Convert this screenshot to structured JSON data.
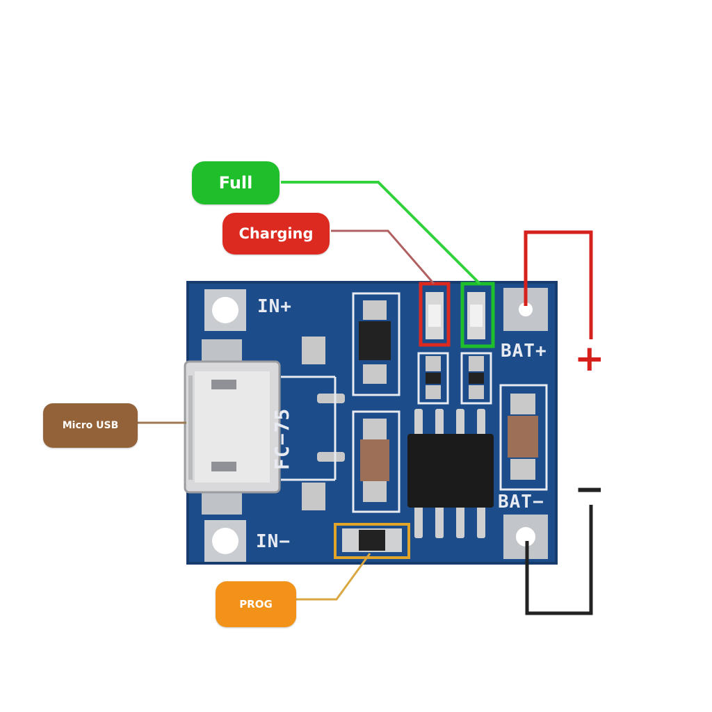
{
  "labels": {
    "full": "Full",
    "charging": "Charging",
    "usb": "Micro USB",
    "prog": "PROG",
    "plus": "+",
    "minus": "−"
  },
  "silkscreen": {
    "in_plus": "IN+",
    "in_minus": "IN−",
    "bat_plus": "BAT+",
    "bat_minus": "BAT−",
    "part": "FC−75"
  },
  "colors": {
    "board": "#1d4c8a",
    "full": "#1fbf2c",
    "charging": "#dd2a20",
    "usb": "#946238",
    "prog": "#f39218",
    "plus_wire": "#d6201c",
    "minus_wire": "#222222"
  }
}
